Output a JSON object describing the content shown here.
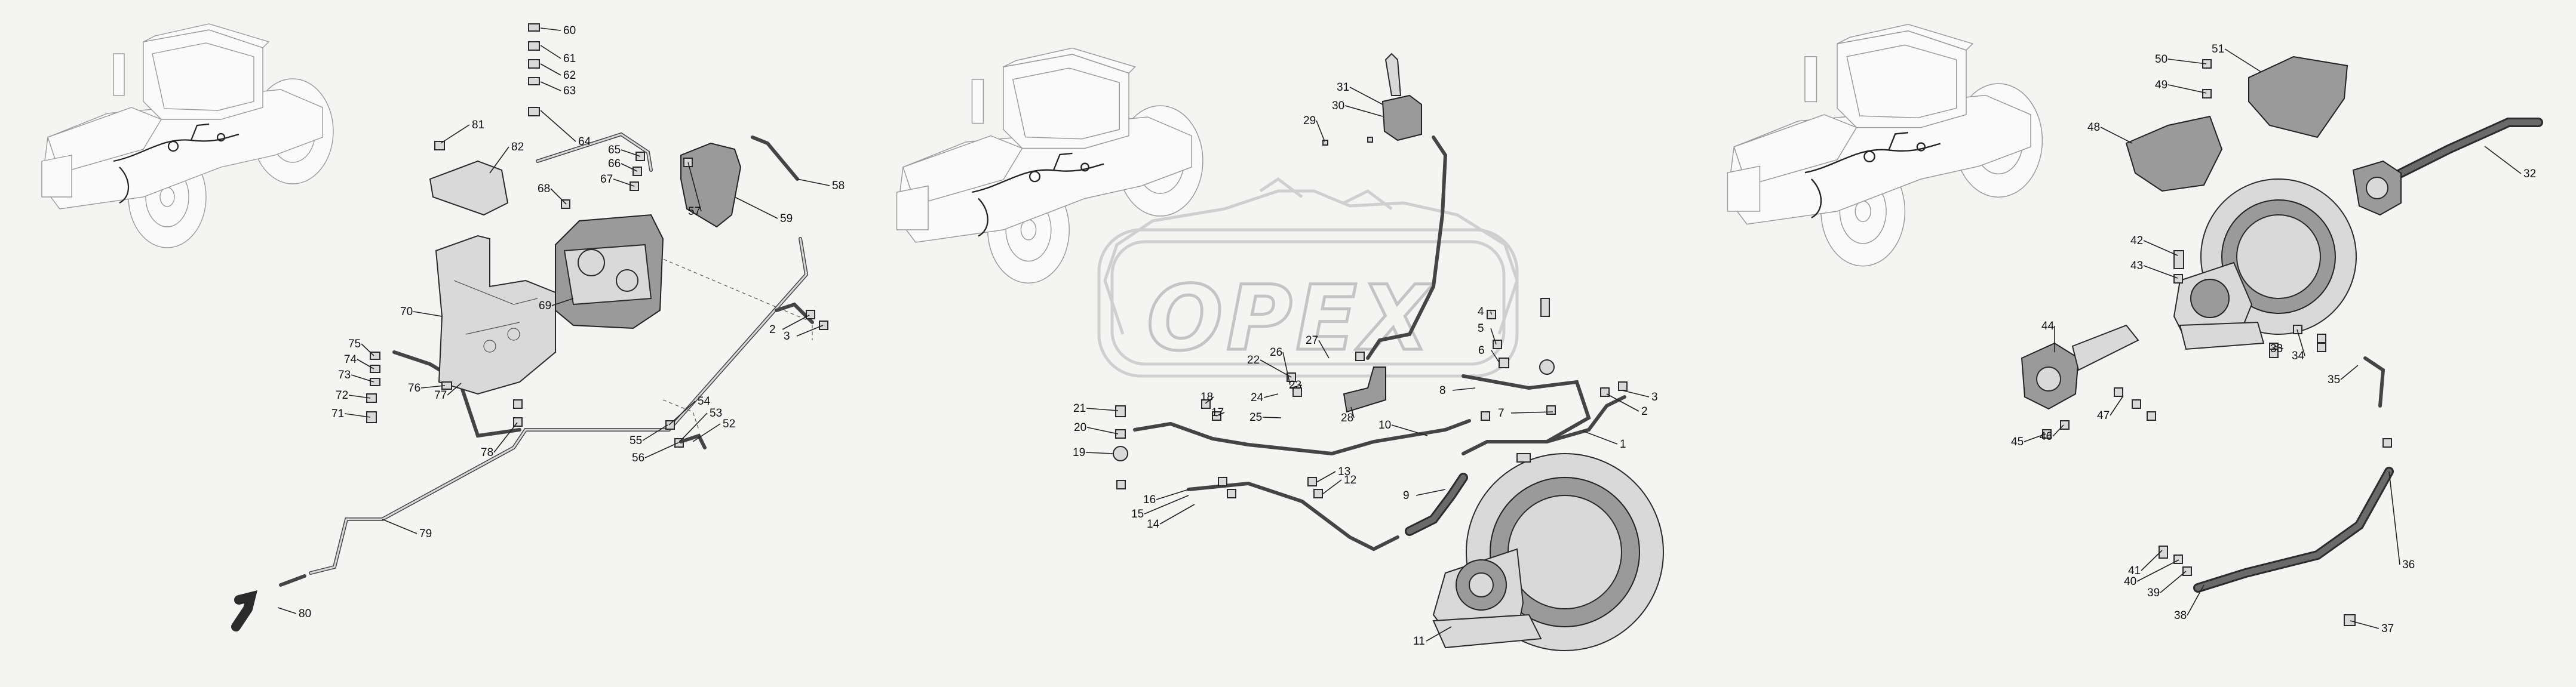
{
  "watermark": "OPEX",
  "callouts": {
    "left": [
      "60",
      "61",
      "62",
      "63",
      "64",
      "81",
      "82",
      "65",
      "66",
      "67",
      "68",
      "57",
      "59",
      "58",
      "70",
      "69",
      "75",
      "74",
      "73",
      "72",
      "71",
      "76",
      "77",
      "78",
      "2",
      "3",
      "54",
      "53",
      "52",
      "55",
      "56",
      "79",
      "80"
    ],
    "middle": [
      "31",
      "30",
      "29",
      "22",
      "26",
      "27",
      "23",
      "24",
      "25",
      "28",
      "21",
      "20",
      "19",
      "18",
      "17",
      "16",
      "15",
      "14",
      "13",
      "12",
      "10",
      "9",
      "8",
      "7",
      "6",
      "5",
      "4",
      "3",
      "2",
      "1",
      "11"
    ],
    "right": [
      "50",
      "49",
      "51",
      "48",
      "32",
      "42",
      "43",
      "44",
      "45",
      "46",
      "47",
      "33",
      "34",
      "35",
      "36",
      "37",
      "38",
      "39",
      "40",
      "41"
    ]
  }
}
